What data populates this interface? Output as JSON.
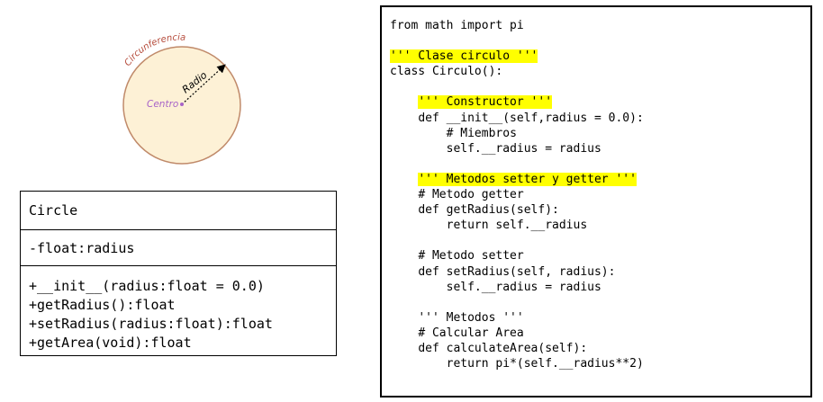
{
  "circle_diagram": {
    "circumference_label": "Circunferencia",
    "radius_label": "Radio",
    "center_label": "Centro",
    "fill_color": "#fdf1d6",
    "stroke_color": "#c08a6a",
    "circumference_color": "#b54a3a",
    "center_color": "#a864c8"
  },
  "uml_class": {
    "name": "Circle",
    "attributes": [
      "-float:radius"
    ],
    "methods": [
      "+__init__(radius:float = 0.0)",
      "+getRadius():float",
      "+setRadius(radius:float):float",
      "+getArea(void):float"
    ]
  },
  "code": {
    "highlight_color": "#ffff00",
    "lines": [
      {
        "indent": "",
        "text": "from math import pi",
        "highlight": false
      },
      {
        "indent": "",
        "text": "",
        "highlight": false
      },
      {
        "indent": "",
        "text": "''' Clase circulo '''",
        "highlight": true
      },
      {
        "indent": "",
        "text": "class Circulo():",
        "highlight": false
      },
      {
        "indent": "",
        "text": "",
        "highlight": false
      },
      {
        "indent": "    ",
        "text": "''' Constructor '''",
        "highlight": true
      },
      {
        "indent": "    ",
        "text": "def __init__(self,radius = 0.0):",
        "highlight": false
      },
      {
        "indent": "        ",
        "text": "# Miembros",
        "highlight": false
      },
      {
        "indent": "        ",
        "text": "self.__radius = radius",
        "highlight": false
      },
      {
        "indent": "",
        "text": "",
        "highlight": false
      },
      {
        "indent": "    ",
        "text": "''' Metodos setter y getter '''",
        "highlight": true
      },
      {
        "indent": "    ",
        "text": "# Metodo getter",
        "highlight": false
      },
      {
        "indent": "    ",
        "text": "def getRadius(self):",
        "highlight": false
      },
      {
        "indent": "        ",
        "text": "return self.__radius",
        "highlight": false
      },
      {
        "indent": "",
        "text": "",
        "highlight": false
      },
      {
        "indent": "    ",
        "text": "# Metodo setter",
        "highlight": false
      },
      {
        "indent": "    ",
        "text": "def setRadius(self, radius):",
        "highlight": false
      },
      {
        "indent": "        ",
        "text": "self.__radius = radius",
        "highlight": false
      },
      {
        "indent": "",
        "text": "",
        "highlight": false
      },
      {
        "indent": "    ",
        "text": "''' Metodos '''",
        "highlight": false
      },
      {
        "indent": "    ",
        "text": "# Calcular Area",
        "highlight": false
      },
      {
        "indent": "    ",
        "text": "def calculateArea(self):",
        "highlight": false
      },
      {
        "indent": "        ",
        "text": "return pi*(self.__radius**2)",
        "highlight": false
      }
    ]
  }
}
